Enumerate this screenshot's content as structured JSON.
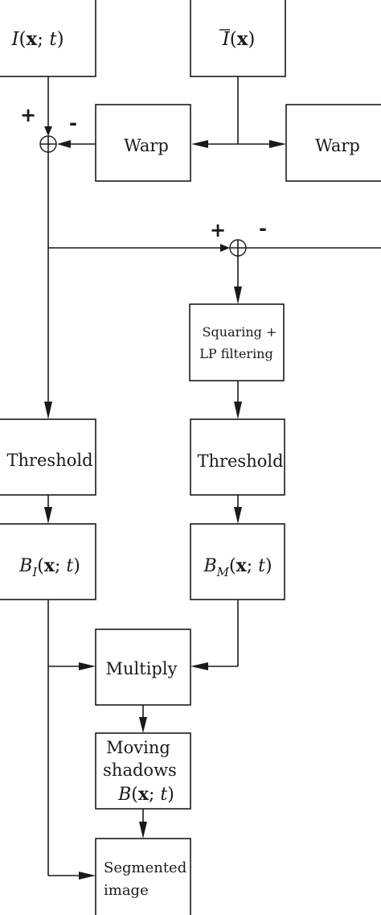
{
  "blocks": {
    "input": {
      "fn": "I",
      "args": "x",
      "sep": "; ",
      "time": "t"
    },
    "background": {
      "fn": "I",
      "args": "x"
    },
    "warp_left": "Warp",
    "warp_right": "Warp",
    "squaring": {
      "line1": "Squaring +",
      "line2": "LP filtering"
    },
    "threshold_left": "Threshold",
    "threshold_right": "Threshold",
    "b_i": {
      "fn": "B",
      "sub": "I",
      "args": "x",
      "sep": "; ",
      "time": "t"
    },
    "b_m": {
      "fn": "B",
      "sub": "M",
      "args": "x",
      "sep": "; ",
      "time": "t"
    },
    "multiply": "Multiply",
    "moving_shadows": {
      "line1": "Moving",
      "line2": "shadows",
      "fn": "B",
      "args": "x",
      "sep": "; ",
      "time": "t"
    },
    "segmented": {
      "line1": "Segmented",
      "line2": "image"
    }
  },
  "signs": {
    "sum1_plus": "+",
    "sum1_minus": "-",
    "sum2_plus": "+",
    "sum2_minus": "-"
  }
}
